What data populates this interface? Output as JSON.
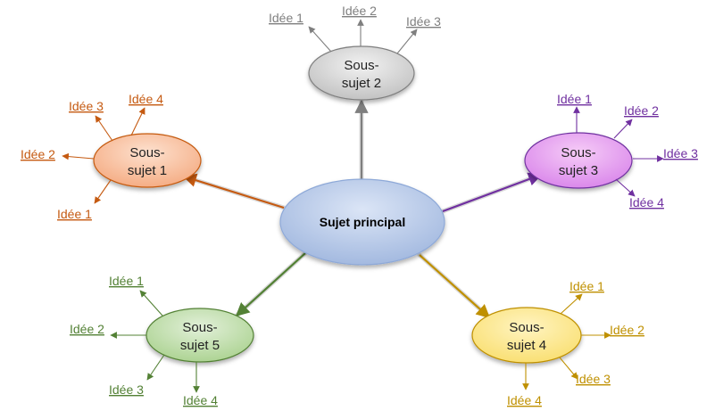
{
  "center": {
    "label": "Sujet principal"
  },
  "subtopics": [
    {
      "id": "s1",
      "line1": "Sous-",
      "line2": "sujet 1",
      "color": "#c55a11",
      "fill_light": "#fde1cf",
      "fill_dark": "#f4a97f",
      "ideas": [
        {
          "label": "Idée 4"
        },
        {
          "label": "Idée 3"
        },
        {
          "label": "Idée 2"
        },
        {
          "label": "Idée 1"
        }
      ]
    },
    {
      "id": "s2",
      "line1": "Sous-",
      "line2": "sujet 2",
      "color": "#7f7f7f",
      "fill_light": "#f2f2f2",
      "fill_dark": "#bfbfbf",
      "ideas": [
        {
          "label": "Idée 1"
        },
        {
          "label": "Idée 2"
        },
        {
          "label": "Idée 3"
        }
      ]
    },
    {
      "id": "s3",
      "line1": "Sous-",
      "line2": "sujet 3",
      "color": "#7030a0",
      "fill_light": "#f6ccf7",
      "fill_dark": "#d883ea",
      "ideas": [
        {
          "label": "Idée 1"
        },
        {
          "label": "Idée 2"
        },
        {
          "label": "Idée 3"
        },
        {
          "label": "Idée 4"
        }
      ]
    },
    {
      "id": "s4",
      "line1": "Sous-",
      "line2": "sujet 4",
      "color": "#bf9000",
      "fill_light": "#fff4c1",
      "fill_dark": "#f9de6e",
      "ideas": [
        {
          "label": "Idée 1"
        },
        {
          "label": "Idée 2"
        },
        {
          "label": "Idée 3"
        },
        {
          "label": "Idée 4"
        }
      ]
    },
    {
      "id": "s5",
      "line1": "Sous-",
      "line2": "sujet 5",
      "color": "#538135",
      "fill_light": "#e2f0d9",
      "fill_dark": "#a9d18e",
      "ideas": [
        {
          "label": "Idée 1"
        },
        {
          "label": "Idée 2"
        },
        {
          "label": "Idée 3"
        },
        {
          "label": "Idée 4"
        }
      ]
    }
  ]
}
